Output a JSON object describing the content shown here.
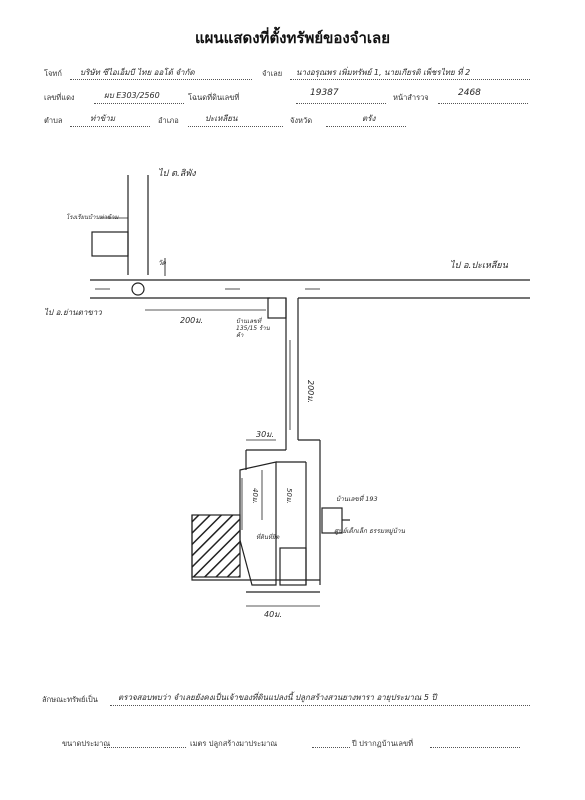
{
  "title": "แผนแสดงที่ตั้งทรัพย์ของจำเลย",
  "header": {
    "plaintiff_label": "โจทก์",
    "plaintiff_value": "บริษัท ซีไอเอ็มบี ไทย ออโต้ จำกัด",
    "defendant_label": "จำเลย",
    "defendant_value": "นางอรุณพร เพิ่มทรัพย์ 1, นายเกียรติ เพ็ชรไทย ที่ 2",
    "deed_label": "เลขที่แดง",
    "deed_value": "ผบ E303/2560",
    "title_no_label": "โฉนดที่ดินเลขที่",
    "title_no_value": "19387",
    "survey_label": "หน้าสำรวจ",
    "survey_value": "2468",
    "subdistrict_label": "ตำบล",
    "subdistrict_value": "ท่าข้าม",
    "district_label": "อำเภอ",
    "district_value": "ปะเหลียน",
    "province_label": "จังหวัด",
    "province_value": "ตรัง"
  },
  "map": {
    "to_north": "ไป ต.ลิพัง",
    "to_east": "ไป อ.ปะเหลียน",
    "to_west": "ไป อ.ย่านตาขาว",
    "school": "โรงเรียนบ้านท่าข้าม",
    "temple": "วัด",
    "house_label": "บ้านเลขที่ 135/15 ร้านค้า",
    "house2_label": "บ้านเลขที่ 193",
    "center_label": "ศูนย์เด็กเล็ก ธรรมหมู่บ้าน",
    "property_label": "ที่ดินที่ยึด",
    "dist_200_h": "200ม.",
    "dist_200_v": "200ม.",
    "dist_30": "30ม.",
    "dist_40_v": "40ม.",
    "dist_50": "50ม.",
    "dist_40_h": "40ม."
  },
  "footer": {
    "nature_label": "ลักษณะทรัพย์เป็น",
    "nature_value": "ตรวจสอบพบว่า จำเลยยังคงเป็นเจ้าของที่ดินแปลงนี้ ปลูกสร้างสวนยางพารา อายุประมาณ 5 ปี",
    "size_label": "ขนาดประมาณ",
    "size_unit": "เมตร ปลูกสร้างมาประมาณ",
    "year_label": "ปี ปรากฏบ้านเลขที่"
  }
}
